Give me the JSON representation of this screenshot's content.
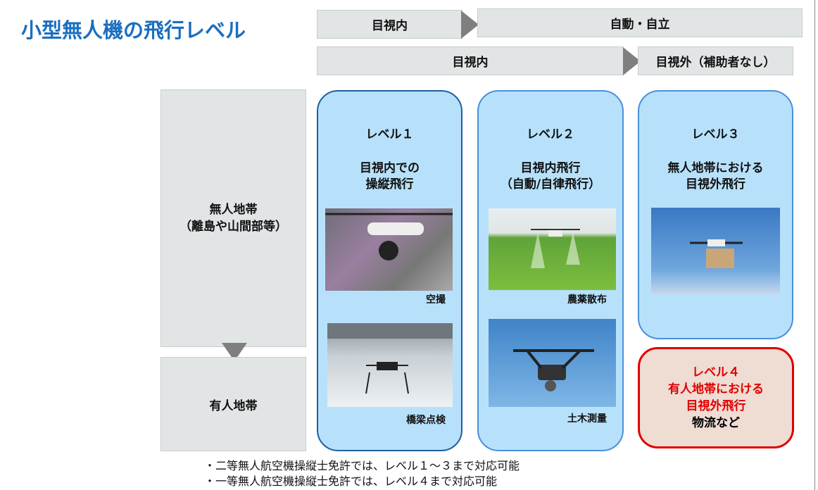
{
  "title": "小型無人機の飛行レベル",
  "timeline": {
    "row1": [
      "目視内",
      "自動・自立"
    ],
    "row2": [
      "目視内",
      "目視外（補助者なし）"
    ]
  },
  "zones": {
    "unmanned": [
      "無人地帯",
      "（離島や山間部等）"
    ],
    "manned": "有人地帯"
  },
  "levels": [
    {
      "name": "レベル１",
      "desc": [
        "目視内での",
        "操縦飛行"
      ],
      "captions": [
        "空撮",
        "橋梁点検"
      ]
    },
    {
      "name": "レベル２",
      "desc": [
        "目視内飛行",
        "（自動/自律飛行）"
      ],
      "captions": [
        "農薬散布",
        "土木測量"
      ]
    },
    {
      "name": "レベル３",
      "desc": [
        "無人地帯における",
        "目視外飛行"
      ]
    },
    {
      "name": "レベル４",
      "desc": [
        "有人地帯における",
        "目視外飛行"
      ],
      "note": "物流など"
    }
  ],
  "footnotes": [
    "・二等無人航空機操縦士免許では、レベル１～３まで対応可能",
    "・一等無人航空機操縦士免許では、レベル４まで対応可能"
  ],
  "colors": {
    "title": "#1a6fc0",
    "level4": "#e00000",
    "column": "#b7e1fb"
  }
}
